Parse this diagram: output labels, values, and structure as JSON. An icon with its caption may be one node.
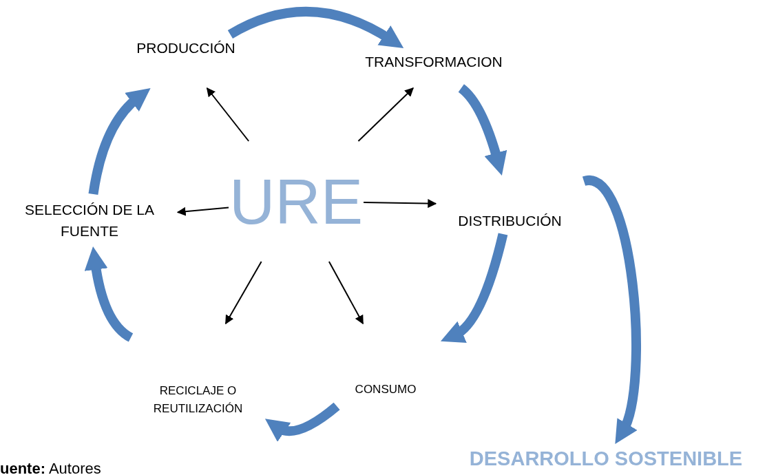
{
  "diagram": {
    "nodes": [
      {
        "text": [
          "URE"
        ]
      },
      {
        "text": [
          "PRODUCCIÓN"
        ]
      },
      {
        "text": [
          "TRANSFORMACION"
        ]
      },
      {
        "text": [
          "SELECCIÓN DE LA FUENTE"
        ]
      },
      {
        "text": [
          "DISTRIBUCIÓN"
        ]
      },
      {
        "text": [
          "RECICLAJE O REUTILIZACIÓN"
        ]
      },
      {
        "text": [
          "CONSUMO"
        ]
      },
      {
        "text": [
          "DESARROLLO SOSTENIBLE"
        ]
      }
    ],
    "edges": [
      {
        "from": 0,
        "to": 1,
        "arrow": "to",
        "color": "#000000"
      },
      {
        "from": 0,
        "to": 2,
        "arrow": "to",
        "color": "#000000"
      },
      {
        "from": 0,
        "to": 3,
        "arrow": "to",
        "color": "#000000"
      },
      {
        "from": 0,
        "to": 4,
        "arrow": "to",
        "color": "#000000"
      },
      {
        "from": 0,
        "to": 5,
        "arrow": "to",
        "color": "#000000"
      },
      {
        "from": 0,
        "to": 6,
        "arrow": "to",
        "color": "#000000"
      },
      {
        "from": 1,
        "to": 2,
        "arrow": "to"
      },
      {
        "from": 2,
        "to": 4,
        "arrow": "to"
      },
      {
        "from": 4,
        "to": 6,
        "arrow": "to"
      },
      {
        "from": 6,
        "to": 5,
        "arrow": "to"
      },
      {
        "from": 5,
        "to": 3,
        "arrow": "to"
      },
      {
        "from": 3,
        "to": 1,
        "arrow": "to"
      },
      {
        "from": 4,
        "to": 7,
        "arrow": "to"
      }
    ],
    "labels": [
      "**uente:** Autores"
    ]
  }
}
